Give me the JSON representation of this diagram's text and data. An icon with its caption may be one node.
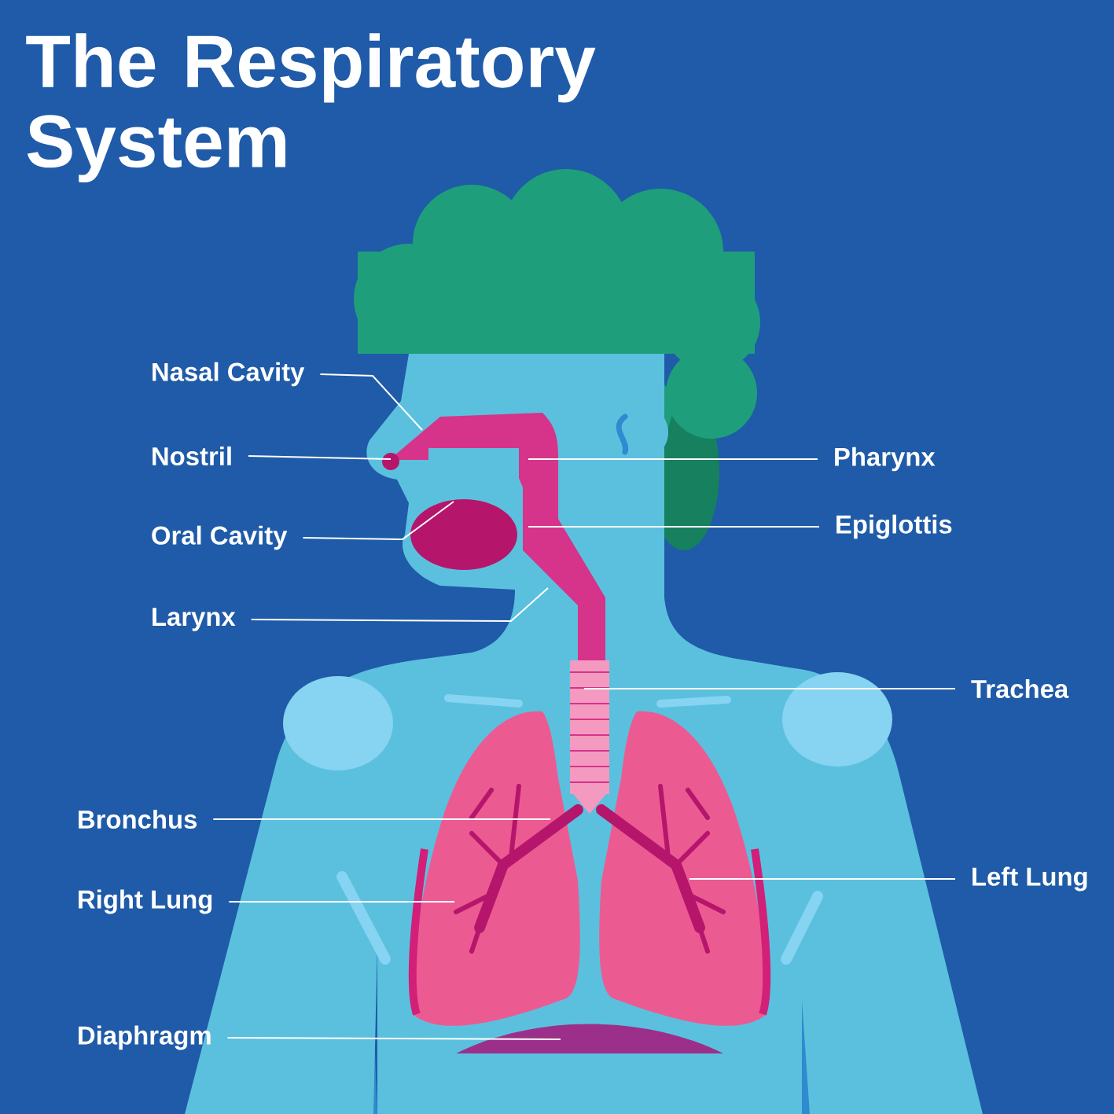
{
  "diagram": {
    "title": "The Respiratory System",
    "nodes": [
      {
        "text": [
          "Nasal Cavity"
        ]
      },
      {
        "text": [
          "Nostril"
        ]
      },
      {
        "text": [
          "Oral Cavity"
        ]
      },
      {
        "text": [
          "Larynx"
        ]
      },
      {
        "text": [
          "Pharynx"
        ]
      },
      {
        "text": [
          "Epiglottis"
        ]
      },
      {
        "text": [
          "Trachea"
        ]
      },
      {
        "text": [
          "Bronchus"
        ]
      },
      {
        "text": [
          "Right Lung"
        ]
      },
      {
        "text": [
          "Left Lung"
        ]
      },
      {
        "text": [
          "Diaphragm"
        ]
      }
    ],
    "edges": [
      {
        "from": 0,
        "to": null,
        "arrow": "none"
      },
      {
        "from": 1,
        "to": null,
        "arrow": "none"
      },
      {
        "from": 2,
        "to": null,
        "arrow": "none"
      },
      {
        "from": 3,
        "to": null,
        "arrow": "none"
      },
      {
        "from": 4,
        "to": null,
        "arrow": "none"
      },
      {
        "from": 5,
        "to": null,
        "arrow": "none"
      },
      {
        "from": 6,
        "to": null,
        "arrow": "none"
      },
      {
        "from": 7,
        "to": null,
        "arrow": "none"
      },
      {
        "from": 8,
        "to": null,
        "arrow": "none"
      },
      {
        "from": 9,
        "to": null,
        "arrow": "none"
      },
      {
        "from": 10,
        "to": null,
        "arrow": "none"
      }
    ]
  }
}
